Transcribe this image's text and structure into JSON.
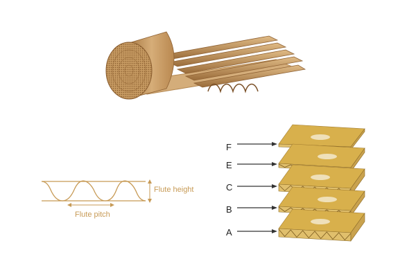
{
  "flute_profile": {
    "height_label": "Flute height",
    "pitch_label": "Flute pitch"
  },
  "flute_grades": [
    "F",
    "E",
    "C",
    "B",
    "A"
  ],
  "colors": {
    "cardboard": "#c8a06a",
    "cardboard_dark": "#8a6033",
    "liner": "#d8b04c",
    "flute_line": "#c79a55",
    "arrow": "#333333"
  }
}
